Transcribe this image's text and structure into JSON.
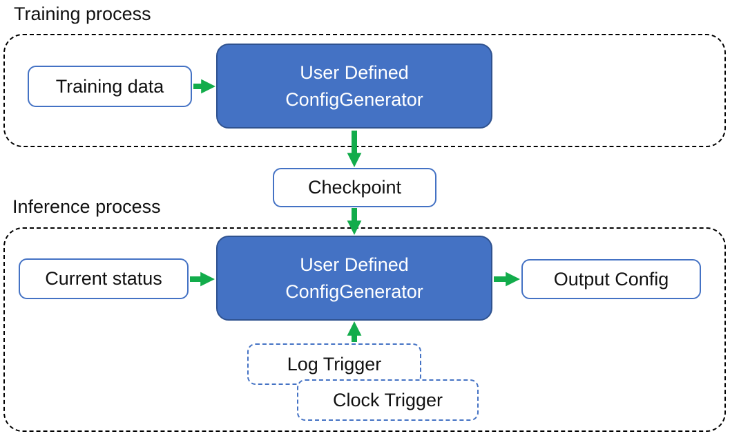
{
  "labels": {
    "training_process": "Training process",
    "inference_process": "Inference process"
  },
  "nodes": {
    "training_data": "Training data",
    "config_generator": {
      "line1": "User Defined",
      "line2": "ConfigGenerator"
    },
    "checkpoint": "Checkpoint",
    "current_status": "Current status",
    "output_config": "Output Config",
    "log_trigger": "Log Trigger",
    "clock_trigger": "Clock Trigger"
  },
  "colors": {
    "node_fill": "#4472C4",
    "node_border": "#2F528F",
    "box_border": "#4472C4",
    "arrow": "#12AC4B",
    "container_border": "#000000",
    "text_dark": "#111111",
    "text_light": "#FFFFFF"
  }
}
